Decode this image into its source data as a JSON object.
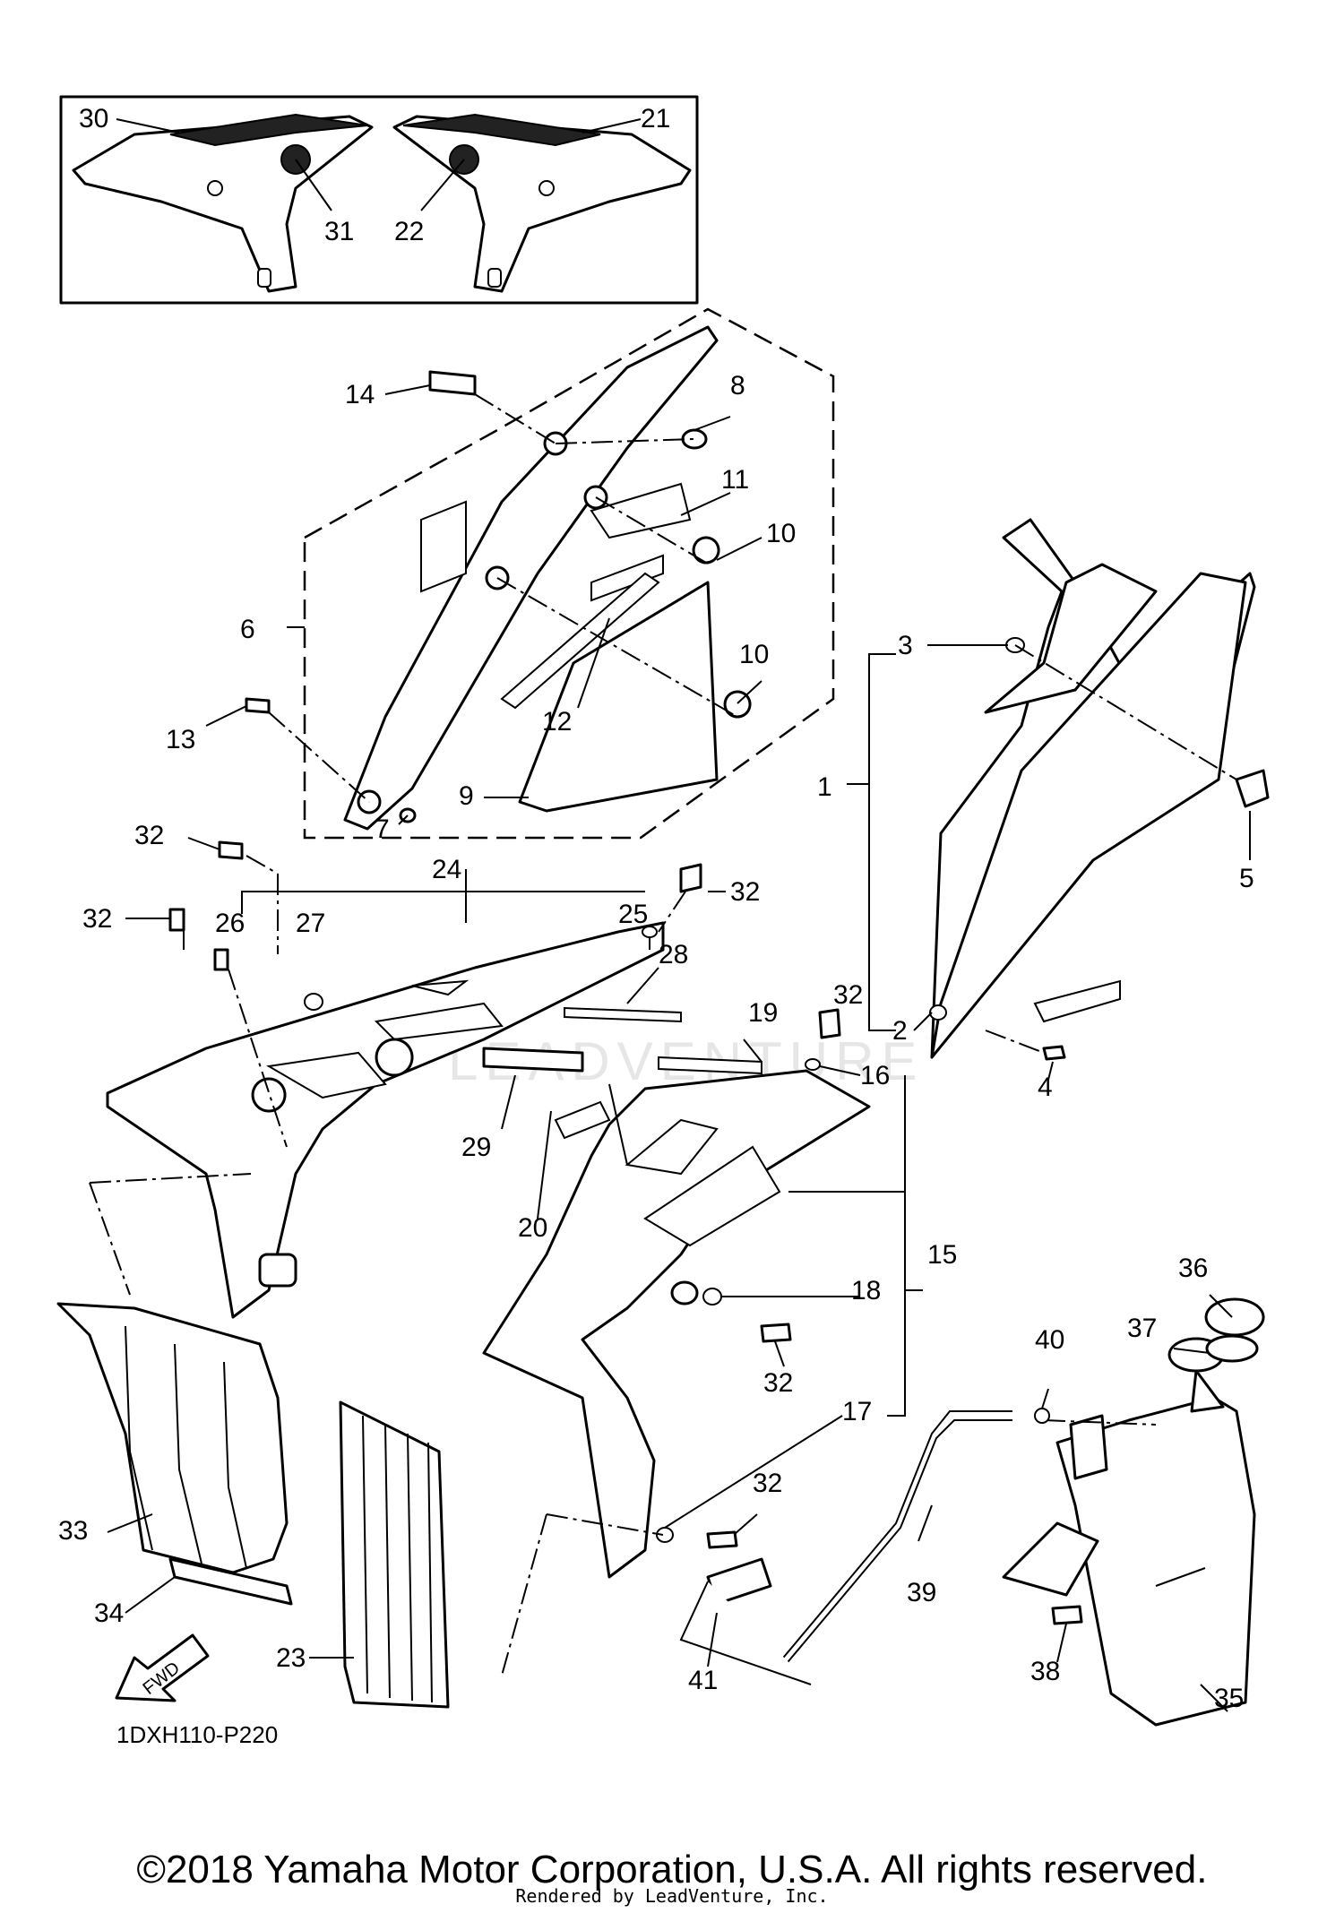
{
  "diagram_code": "1DXH110-P220",
  "fwd_arrow_label": "FWD",
  "watermark": "LEADVENTURE",
  "copyright": "©2018 Yamaha Motor Corporation, U.S.A. All rights reserved.",
  "rendered_by": "Rendered by LeadVenture, Inc.",
  "callouts": [
    {
      "id": "c30",
      "label": "30"
    },
    {
      "id": "c21",
      "label": "21"
    },
    {
      "id": "c31",
      "label": "31"
    },
    {
      "id": "c22",
      "label": "22"
    },
    {
      "id": "c14",
      "label": "14"
    },
    {
      "id": "c8",
      "label": "8"
    },
    {
      "id": "c11",
      "label": "11"
    },
    {
      "id": "c10a",
      "label": "10"
    },
    {
      "id": "c10b",
      "label": "10"
    },
    {
      "id": "c6",
      "label": "6"
    },
    {
      "id": "c12",
      "label": "12"
    },
    {
      "id": "c13",
      "label": "13"
    },
    {
      "id": "c9",
      "label": "9"
    },
    {
      "id": "c7",
      "label": "7"
    },
    {
      "id": "c3",
      "label": "3"
    },
    {
      "id": "c1",
      "label": "1"
    },
    {
      "id": "c5",
      "label": "5"
    },
    {
      "id": "c2",
      "label": "2"
    },
    {
      "id": "c4",
      "label": "4"
    },
    {
      "id": "c32a",
      "label": "32"
    },
    {
      "id": "c24",
      "label": "24"
    },
    {
      "id": "c32b",
      "label": "32"
    },
    {
      "id": "c26",
      "label": "26"
    },
    {
      "id": "c27",
      "label": "27"
    },
    {
      "id": "c25",
      "label": "25"
    },
    {
      "id": "c32c",
      "label": "32"
    },
    {
      "id": "c28",
      "label": "28"
    },
    {
      "id": "c32d",
      "label": "32"
    },
    {
      "id": "c19",
      "label": "19"
    },
    {
      "id": "c16",
      "label": "16"
    },
    {
      "id": "c29",
      "label": "29"
    },
    {
      "id": "c20",
      "label": "20"
    },
    {
      "id": "c15",
      "label": "15"
    },
    {
      "id": "c18",
      "label": "18"
    },
    {
      "id": "c36",
      "label": "36"
    },
    {
      "id": "c32e",
      "label": "32"
    },
    {
      "id": "c37",
      "label": "37"
    },
    {
      "id": "c40",
      "label": "40"
    },
    {
      "id": "c17",
      "label": "17"
    },
    {
      "id": "c33",
      "label": "33"
    },
    {
      "id": "c32f",
      "label": "32"
    },
    {
      "id": "c39",
      "label": "39"
    },
    {
      "id": "c34",
      "label": "34"
    },
    {
      "id": "c23",
      "label": "23"
    },
    {
      "id": "c38",
      "label": "38"
    },
    {
      "id": "c41",
      "label": "41"
    },
    {
      "id": "c35",
      "label": "35"
    }
  ]
}
